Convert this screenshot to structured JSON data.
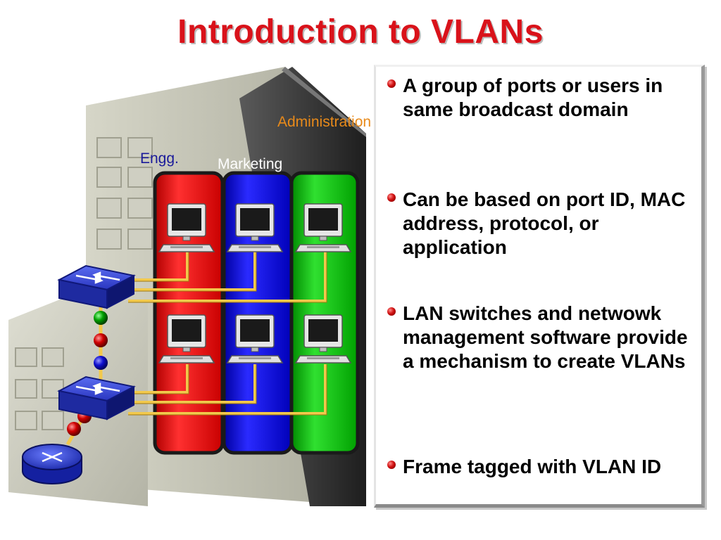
{
  "title": "Introduction to VLANs",
  "colors": {
    "title_text": "#d9121a",
    "vlan_engg": "#e81c1c",
    "vlan_marketing": "#1414e6",
    "vlan_admin": "#1cc21c",
    "label_admin": "#e88a1a",
    "label_engg": "#1a1a9a",
    "label_marketing": "#ffffff",
    "cable": "#f2c94c"
  },
  "vlans": [
    {
      "label": "Engg.",
      "icon": "workstation-icon"
    },
    {
      "label": "Marketing",
      "icon": "workstation-icon"
    },
    {
      "label": "Administration",
      "icon": "workstation-icon"
    }
  ],
  "devices": {
    "switch_icon": "switch-icon",
    "router_icon": "router-icon"
  },
  "bullets": [
    {
      "text": "A group of ports or users in same broadcast domain"
    },
    {
      "text": "Can be based on port ID, MAC address, protocol, or application"
    },
    {
      "text": "LAN switches and netwowk management software provide a mechanism to create VLANs"
    },
    {
      "text": "Frame tagged with VLAN ID"
    }
  ]
}
